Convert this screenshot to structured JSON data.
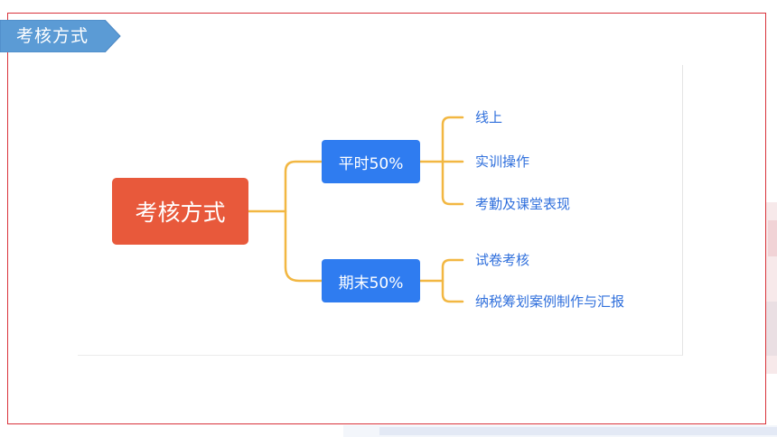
{
  "header": {
    "title": "考核方式"
  },
  "mindmap": {
    "root": "考核方式",
    "branches": [
      {
        "label": "平时50%",
        "children": [
          "线上",
          "实训操作",
          "考勤及课堂表现"
        ]
      },
      {
        "label": "期末50%",
        "children": [
          "试卷考核",
          "纳税筹划案例制作与汇报"
        ]
      }
    ]
  },
  "colors": {
    "root": "#e8593b",
    "branch": "#2f7cf0",
    "connector": "#f2b742",
    "leaf_text": "#2f6fdc",
    "title_tab": "#5b9bd5",
    "frame": "#d9323a"
  }
}
